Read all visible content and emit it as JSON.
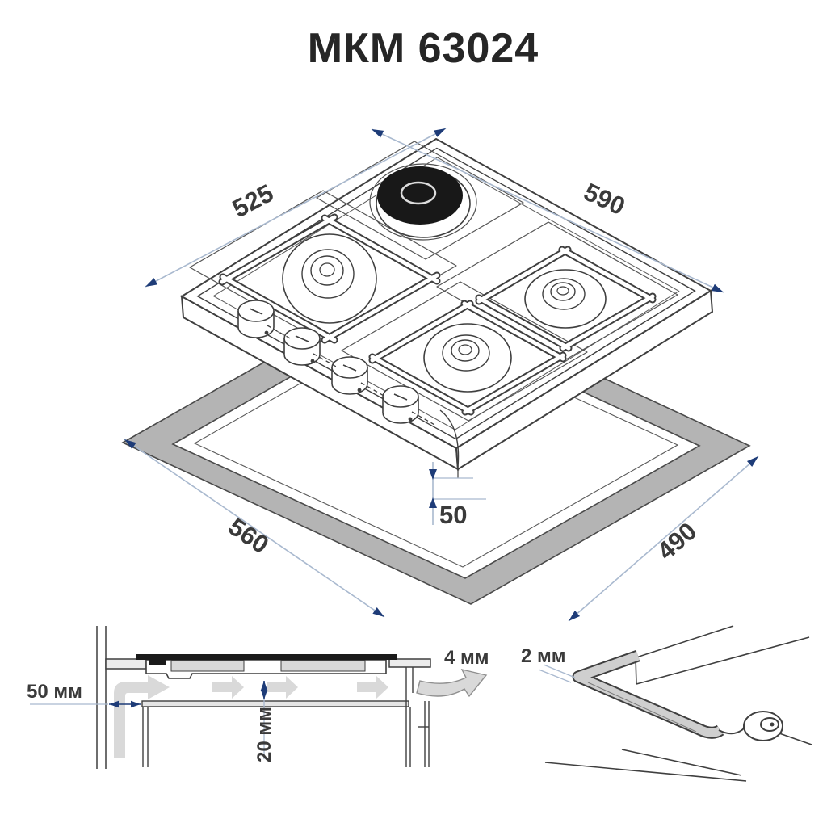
{
  "header": {
    "title": "МКМ 63024"
  },
  "iso": {
    "depth_label": "525",
    "width_label": "590",
    "cutout_width_label": "560",
    "cutout_depth_label": "490",
    "front_gap_label": "50"
  },
  "section": {
    "wall_clearance": "50 мм",
    "bottom_clearance": "20 мм",
    "vent_gap": "4 мм"
  },
  "seal": {
    "thickness": "2 мм"
  },
  "colors": {
    "line_art": "#3f3f3f",
    "cutout_fill": "#b4b4b4",
    "dimension_arrow": "#1e3c78",
    "dimension_line": "#a9b9cf",
    "airflow_fill": "#d9d9d9",
    "electric_plate": "#181818",
    "background": "#ffffff"
  }
}
